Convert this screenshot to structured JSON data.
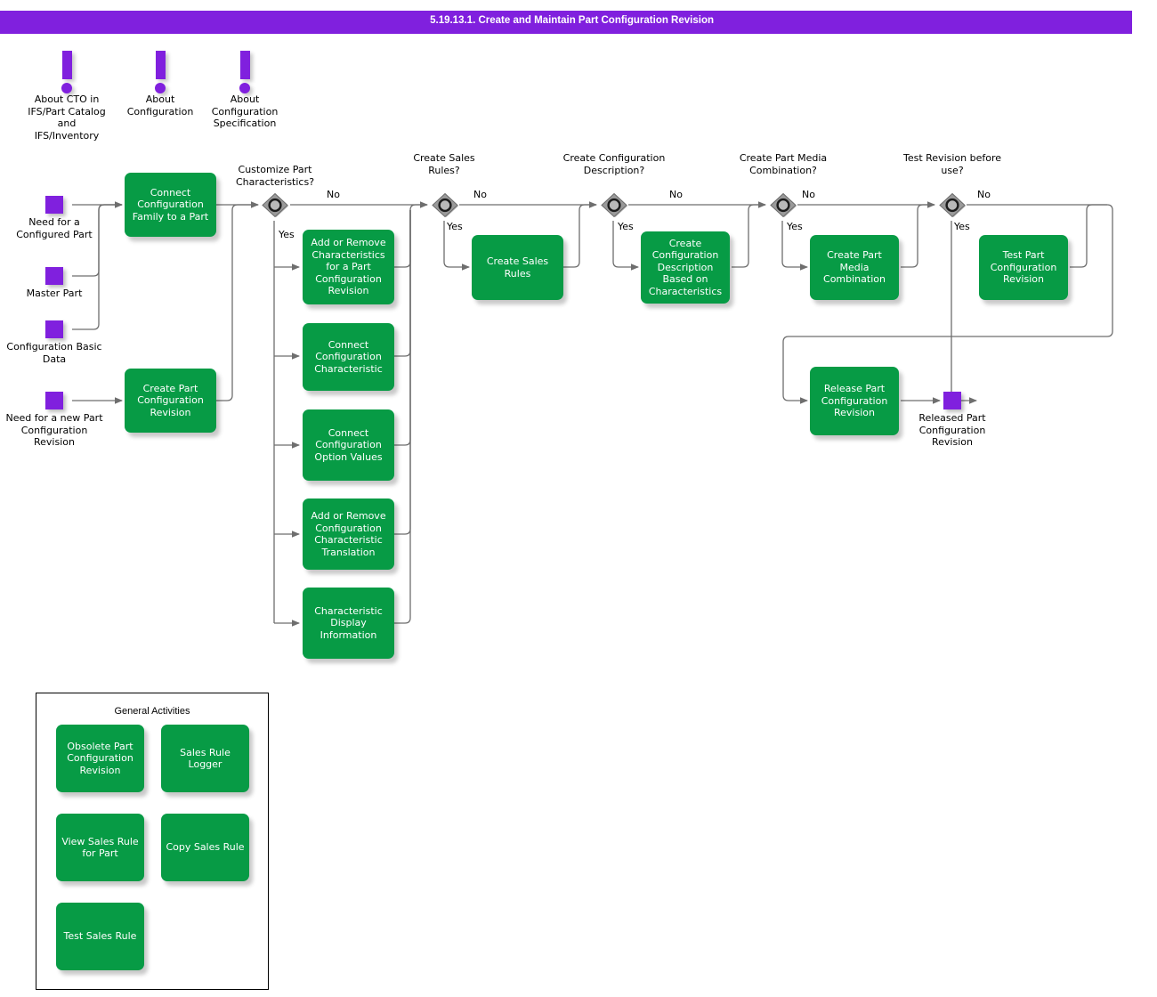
{
  "header": {
    "title": "5.19.13.1. Create and Maintain Part Configuration Revision"
  },
  "colors": {
    "accent_purple": "#8020DE",
    "activity_green": "#079B45",
    "gateway_gray": "#808080",
    "connector_gray": "#6E6E6E",
    "title_text": "#FFFFFF"
  },
  "info_markers": [
    {
      "label": "About CTO in IFS/Part Catalog and IFS/Inventory"
    },
    {
      "label": "About Configuration"
    },
    {
      "label": "About Configuration Specification"
    }
  ],
  "start_events": [
    {
      "label": "Need for a Configured Part"
    },
    {
      "label": "Master Part"
    },
    {
      "label": "Configuration Basic Data"
    },
    {
      "label": "Need for a new Part Configuration Revision"
    }
  ],
  "end_events": [
    {
      "label": "Released Part Configuration Revision"
    }
  ],
  "gateways": [
    {
      "label": "Customize Part Characteristics?",
      "yes": "Yes",
      "no": "No"
    },
    {
      "label": "Create Sales Rules?",
      "yes": "Yes",
      "no": "No"
    },
    {
      "label": "Create Configuration Description?",
      "yes": "Yes",
      "no": "No"
    },
    {
      "label": "Create Part Media Combination?",
      "yes": "Yes",
      "no": "No"
    },
    {
      "label": "Test Revision before use?",
      "yes": "Yes",
      "no": "No"
    }
  ],
  "activities": [
    {
      "label": "Connect Configuration Family to a Part"
    },
    {
      "label": "Create Part Configuration Revision"
    },
    {
      "label": "Add or Remove Characteristics for a Part Configuration Revision"
    },
    {
      "label": "Connect Configuration Characteristic"
    },
    {
      "label": "Connect Configuration Option Values"
    },
    {
      "label": "Add or Remove Configuration Characteristic Translation"
    },
    {
      "label": "Characteristic Display Information"
    },
    {
      "label": "Create Sales Rules"
    },
    {
      "label": "Create Configuration Description Based on Characteristics"
    },
    {
      "label": "Create Part Media Combination"
    },
    {
      "label": "Test Part Configuration Revision"
    },
    {
      "label": "Release Part Configuration Revision"
    }
  ],
  "general_activities": {
    "title": "General Activities",
    "items": [
      {
        "label": "Obsolete Part Configuration Revision"
      },
      {
        "label": "Sales Rule Logger"
      },
      {
        "label": "View Sales Rule for Part"
      },
      {
        "label": "Copy Sales Rule"
      },
      {
        "label": "Test Sales Rule"
      }
    ]
  }
}
